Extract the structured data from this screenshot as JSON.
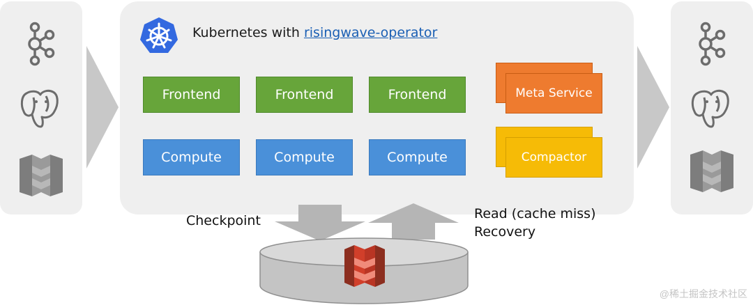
{
  "header": {
    "prefix": "Kubernetes with ",
    "link": "risingwave-operator"
  },
  "frontends": [
    "Frontend",
    "Frontend",
    "Frontend"
  ],
  "computes": [
    "Compute",
    "Compute",
    "Compute"
  ],
  "meta_service": "Meta Service",
  "compactor": "Compactor",
  "flows": {
    "checkpoint": "Checkpoint",
    "read": "Read (cache miss)",
    "recovery": "Recovery"
  },
  "watermark": "@稀土掘金技术社区",
  "colors": {
    "frontend": "#67a53a",
    "compute": "#4a90d9",
    "meta_service": "#ee7b2f",
    "compactor": "#f6bb06",
    "s3": "#d13f2a",
    "panel": "#efefef",
    "arrow": "#c8c8c8"
  },
  "icons": {
    "source_sink": [
      "kafka-icon",
      "postgresql-icon",
      "kinesis-icon"
    ],
    "kubernetes": "kubernetes-icon",
    "storage": "s3-bucket-icon"
  }
}
